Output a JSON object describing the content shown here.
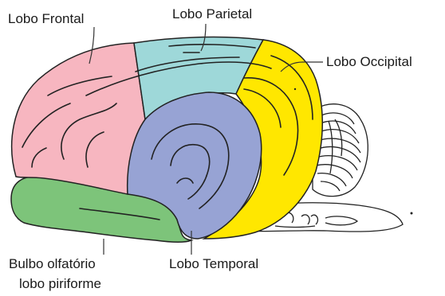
{
  "labels": {
    "frontal": "Lobo Frontal",
    "parietal": "Lobo Parietal",
    "occipital": "Lobo Occipital",
    "bulbo": "Bulbo olfatório",
    "piriforme": "lobo piriforme",
    "temporal": "Lobo Temporal"
  },
  "colors": {
    "frontal": "#f7b6c0",
    "parietal": "#9ed8d9",
    "occipital": "#ffe700",
    "temporal": "#97a3d4",
    "olfactory": "#7dc47a",
    "outline": "#222222"
  }
}
